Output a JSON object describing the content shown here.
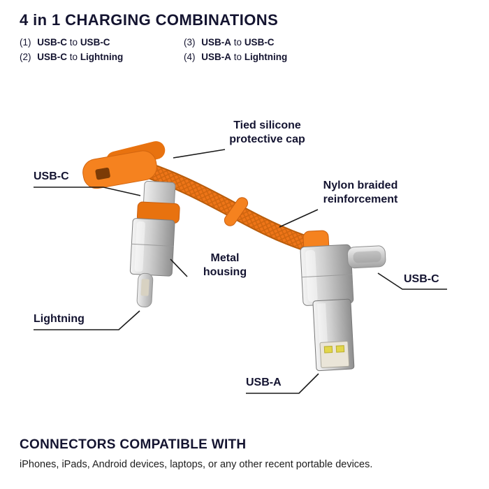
{
  "header": {
    "title": "4 in 1 CHARGING COMBINATIONS",
    "combinations": [
      {
        "num": "(1)",
        "a": "USB-C",
        "conj": "to",
        "b": "USB-C"
      },
      {
        "num": "(2)",
        "a": "USB-C",
        "conj": "to",
        "b": "Lightning"
      },
      {
        "num": "(3)",
        "a": "USB-A",
        "conj": "to",
        "b": "USB-C"
      },
      {
        "num": "(4)",
        "a": "USB-A",
        "conj": "to",
        "b": "Lightning"
      }
    ]
  },
  "diagram": {
    "labels": {
      "cap": "Tied silicone\nprotective cap",
      "usbc_left": "USB-C",
      "nylon": "Nylon braided\nreinforcement",
      "metal": "Metal\nhousing",
      "usbc_right": "USB-C",
      "lightning": "Lightning",
      "usba": "USB-A"
    },
    "colors": {
      "orange": "#F5821F",
      "orange_dark": "#E8720F",
      "orange_edge": "#C95F10",
      "label_text": "#131330",
      "leader_line": "#1A1A1A",
      "contact_yellow": "#E2D64B"
    }
  },
  "footer": {
    "title": "CONNECTORS COMPATIBLE WITH",
    "subtitle": "iPhones, iPads, Android devices, laptops, or any other recent portable devices."
  }
}
